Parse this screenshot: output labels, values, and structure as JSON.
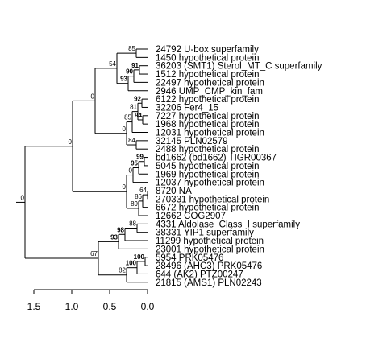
{
  "tree": {
    "leaves": [
      "24792 U-box superfamily",
      "1450 hypothetical protein",
      "36203 (SMT1) Sterol_MT_C superfamily",
      "1512 hypothetical protein",
      "22497 hypothetical protein",
      "2946 UMP_CMP_kin_fam",
      "6122 hypothetical protein",
      "32206 Fer4_15",
      "7227 hypothetical protein",
      "1968 hypothetical protein",
      "12031 hypothetical protein",
      "32145 PLN02579",
      "2488 hypothetical protein",
      "bd1662 (bd1662) TIGR00367",
      "5045 hypothetical protein",
      "1969 hypothetical protein",
      "12037 hypothetical protein",
      "8720 NA",
      "270331 hypothetical protein",
      "6672 hypothetical protein",
      "12662 COG2907",
      "4331 Aldolase_Class_I superfamily",
      "38331 YIP1 superfamily",
      "11299 hypothetical protein",
      "23001 hypothetical protein",
      "5954 PRK05476",
      "28496 (AHC3) PRK05476",
      "644 (AK2) PTZ00247",
      "21815 (AMS1) PLN02243"
    ],
    "support": [
      {
        "id": "n85a",
        "value": "85",
        "strong": false
      },
      {
        "id": "n54",
        "value": "54",
        "strong": false
      },
      {
        "id": "n91",
        "value": "91",
        "strong": true
      },
      {
        "id": "n90",
        "value": "90",
        "strong": true
      },
      {
        "id": "n93a",
        "value": "93",
        "strong": true
      },
      {
        "id": "n0a",
        "value": "0",
        "strong": false
      },
      {
        "id": "n92",
        "value": "92",
        "strong": true
      },
      {
        "id": "n81",
        "value": "81",
        "strong": false
      },
      {
        "id": "n94",
        "value": "94",
        "strong": true
      },
      {
        "id": "n85b",
        "value": "85",
        "strong": false
      },
      {
        "id": "n0b",
        "value": "0",
        "strong": false
      },
      {
        "id": "n84",
        "value": "84",
        "strong": false
      },
      {
        "id": "n0c",
        "value": "0",
        "strong": false
      },
      {
        "id": "n99",
        "value": "99",
        "strong": true
      },
      {
        "id": "n95",
        "value": "95",
        "strong": true
      },
      {
        "id": "n0d",
        "value": "0",
        "strong": false
      },
      {
        "id": "n64",
        "value": "64",
        "strong": false
      },
      {
        "id": "n86",
        "value": "86",
        "strong": false
      },
      {
        "id": "n89",
        "value": "89",
        "strong": false
      },
      {
        "id": "n0e",
        "value": "0",
        "strong": false
      },
      {
        "id": "n88",
        "value": "88",
        "strong": false
      },
      {
        "id": "n98",
        "value": "98",
        "strong": true
      },
      {
        "id": "n93b",
        "value": "93",
        "strong": true
      },
      {
        "id": "n100a",
        "value": "100",
        "strong": true
      },
      {
        "id": "n100b",
        "value": "100",
        "strong": true
      },
      {
        "id": "n82",
        "value": "82",
        "strong": false
      },
      {
        "id": "n67",
        "value": "67",
        "strong": false
      },
      {
        "id": "n0root",
        "value": "0",
        "strong": false
      }
    ]
  },
  "axis": {
    "ticks": [
      "1.5",
      "1.0",
      "0.5",
      "0.0"
    ]
  }
}
